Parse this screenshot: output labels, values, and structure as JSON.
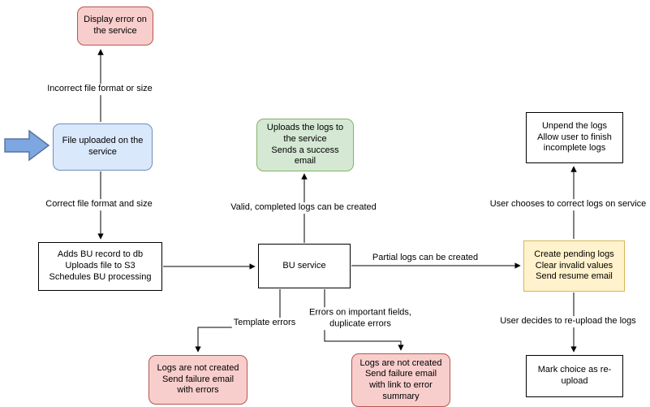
{
  "colors": {
    "pink": {
      "fill": "#f8cecc",
      "stroke": "#b85450"
    },
    "blue": {
      "fill": "#dae8fc",
      "stroke": "#6c8ebf"
    },
    "green": {
      "fill": "#d5e8d4",
      "stroke": "#82b366"
    },
    "yellow": {
      "fill": "#fff2cc",
      "stroke": "#d6b656"
    },
    "white": {
      "fill": "#ffffff",
      "stroke": "#000000"
    },
    "arrow": {
      "fill": "#7ea6e0",
      "stroke": "#56759e"
    },
    "edge": "#000000"
  },
  "icons": {
    "input_arrow": "right-arrow"
  },
  "nodes": {
    "display_error": {
      "label": "Display error on the service",
      "color": "pink"
    },
    "file_uploaded": {
      "label": "File uploaded on the service",
      "color": "blue"
    },
    "upload_processing": {
      "label": "Adds BU record to db\nUploads file to S3\nSchedules BU processing",
      "color": "white"
    },
    "bu_service": {
      "label": "BU service",
      "color": "white"
    },
    "success": {
      "label": "Uploads the logs to the service\nSends a success email",
      "color": "green"
    },
    "pending": {
      "label": "Create pending logs\nClear invalid values\nSend resume email",
      "color": "yellow"
    },
    "unpend": {
      "label": "Unpend the logs\nAllow user to finish incomplete logs",
      "color": "white"
    },
    "reupload_choice": {
      "label": "Mark choice as re-upload",
      "color": "white"
    },
    "template_errors_result": {
      "label": "Logs are not created\nSend failure email with errors",
      "color": "pink"
    },
    "field_errors_result": {
      "label": "Logs are not created\nSend failure email with link to error summary",
      "color": "pink"
    }
  },
  "edges": {
    "incorrect_format": {
      "label": "Incorrect file format or size"
    },
    "correct_format": {
      "label": "Correct file format and size"
    },
    "valid_logs": {
      "label": "Valid, completed logs can be created"
    },
    "partial_logs": {
      "label": "Partial logs can be created"
    },
    "correct_on_service": {
      "label": "User chooses to correct logs on service"
    },
    "template_errors": {
      "label": "Template errors"
    },
    "important_field_errors": {
      "label": "Errors on important fields,\nduplicate errors"
    },
    "reupload": {
      "label": "User decides to re-upload the logs"
    }
  }
}
